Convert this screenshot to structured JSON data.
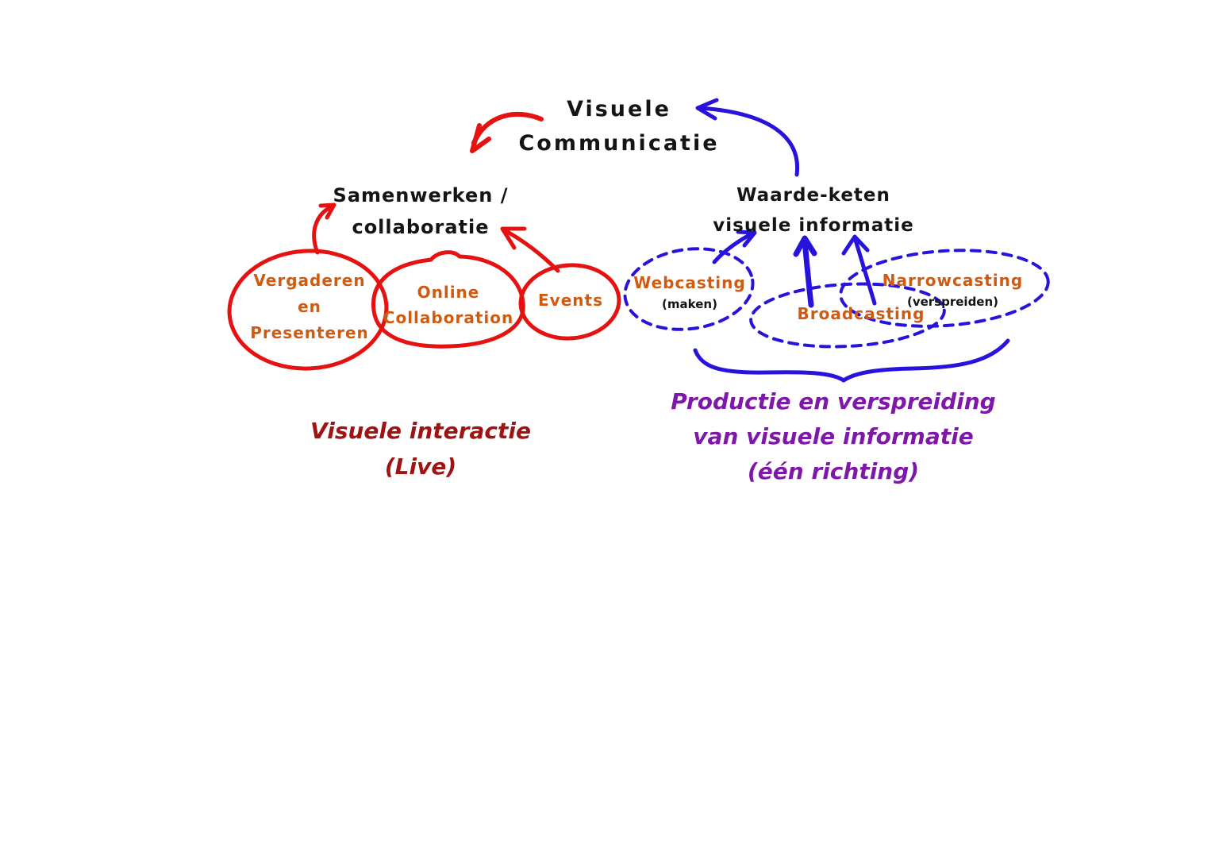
{
  "title": {
    "line1": "Visuele",
    "line2": "Communicatie"
  },
  "left_branch": {
    "heading": {
      "line1": "Samenwerken /",
      "line2": "collaboratie"
    },
    "nodes": [
      {
        "name": "vergaderen",
        "lines": [
          "Vergaderen",
          "en",
          "Presenteren"
        ]
      },
      {
        "name": "online-collaboration",
        "lines": [
          "Online",
          "Collaboration"
        ]
      },
      {
        "name": "events",
        "lines": [
          "Events"
        ]
      }
    ],
    "caption": {
      "line1": "Visuele interactie",
      "line2": "(Live)"
    }
  },
  "right_branch": {
    "heading": {
      "line1": "Waarde-keten",
      "line2": "visuele informatie"
    },
    "nodes": [
      {
        "name": "webcasting",
        "label": "Webcasting",
        "sublabel": "(maken)"
      },
      {
        "name": "broadcasting",
        "label": "Broadcasting",
        "sublabel": ""
      },
      {
        "name": "narrowcasting",
        "label": "Narrowcasting",
        "sublabel": "(verspreiden)"
      }
    ],
    "caption": {
      "line1": "Productie en verspreiding",
      "line2": "van visuele informatie",
      "line3": "(één richting)"
    }
  },
  "colors": {
    "red": "#e61111",
    "orange": "#cf5a10",
    "blue": "#2713dc",
    "purple": "#7d18a8",
    "darkred": "#a01313",
    "ink": "#141414"
  }
}
